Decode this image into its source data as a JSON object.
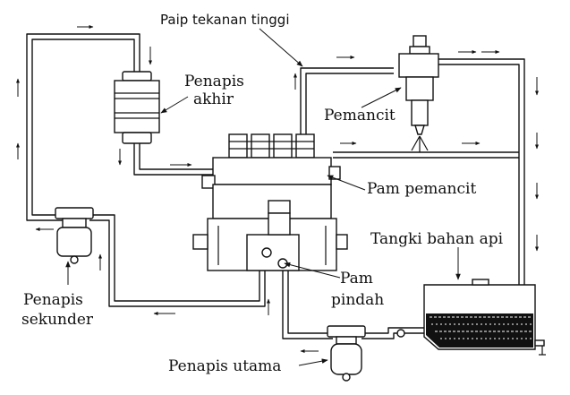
{
  "labels": {
    "high_pressure_pipe": "Paip tekanan tinggi",
    "final_filter_line1": "Penapis",
    "final_filter_line2": "akhir",
    "injector": "Pemancit",
    "injection_pump": "Pam pemancit",
    "fuel_tank": "Tangki bahan api",
    "transfer_pump_line1": "Pam",
    "transfer_pump_line2": "pindah",
    "secondary_filter_line1": "Penapis",
    "secondary_filter_line2": "sekunder",
    "primary_filter": "Penapis utama"
  },
  "colors": {
    "line": "#111111",
    "fuel_fill": "#111111",
    "background": "#ffffff"
  }
}
